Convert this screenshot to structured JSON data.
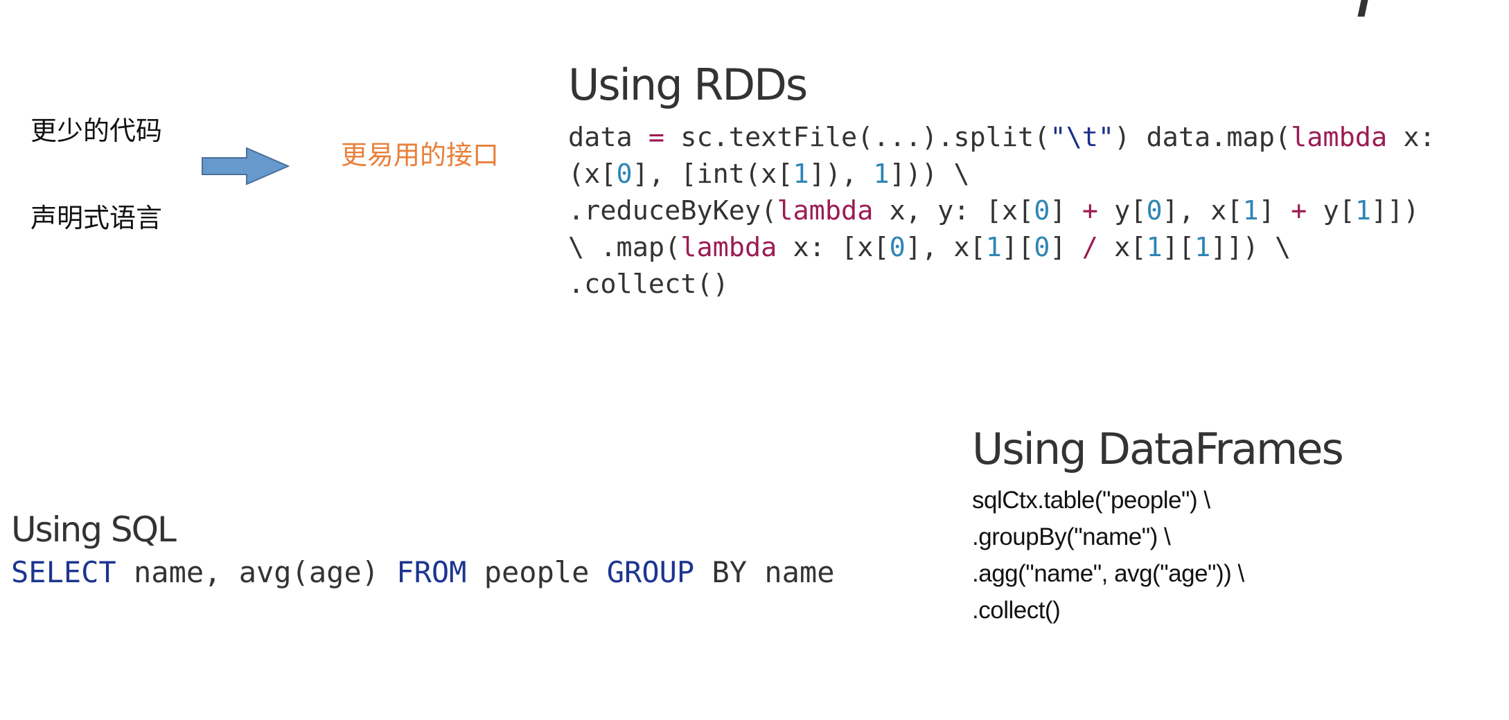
{
  "left_notes": {
    "line1": "更少的代码",
    "line2": "声明式语言",
    "result": "更易用的接口"
  },
  "arrow": {
    "icon": "right-arrow-icon",
    "fill": "#6699cc",
    "stroke": "#4a6f99"
  },
  "rdd": {
    "title": "Using RDDs",
    "lines": [
      [
        [
          "data ",
          ""
        ],
        [
          "=",
          "op"
        ],
        [
          " sc.textFile(...).split(",
          ""
        ],
        [
          "\"\\t\"",
          "str"
        ],
        [
          ") data.map(",
          ""
        ],
        [
          "lambda",
          "kw"
        ],
        [
          " x:",
          ""
        ]
      ],
      [
        [
          "(x[",
          ""
        ],
        [
          "0",
          "num"
        ],
        [
          "], [int(x[",
          ""
        ],
        [
          "1",
          "num"
        ],
        [
          "]), ",
          ""
        ],
        [
          "1",
          "num"
        ],
        [
          "])) \\",
          ""
        ]
      ],
      [
        [
          ".reduceByKey(",
          ""
        ],
        [
          "lambda",
          "kw"
        ],
        [
          " x, y: [x[",
          ""
        ],
        [
          "0",
          "num"
        ],
        [
          "] ",
          ""
        ],
        [
          "+",
          "op"
        ],
        [
          " y[",
          ""
        ],
        [
          "0",
          "num"
        ],
        [
          "], x[",
          ""
        ],
        [
          "1",
          "num"
        ],
        [
          "] ",
          ""
        ],
        [
          "+",
          "op"
        ],
        [
          " y[",
          ""
        ],
        [
          "1",
          "num"
        ],
        [
          "]])",
          ""
        ]
      ],
      [
        [
          "\\ .map(",
          ""
        ],
        [
          "lambda",
          "kw"
        ],
        [
          " x: [x[",
          ""
        ],
        [
          "0",
          "num"
        ],
        [
          "], x[",
          ""
        ],
        [
          "1",
          "num"
        ],
        [
          "][",
          ""
        ],
        [
          "0",
          "num"
        ],
        [
          "] ",
          ""
        ],
        [
          "/",
          "op"
        ],
        [
          " x[",
          ""
        ],
        [
          "1",
          "num"
        ],
        [
          "][",
          ""
        ],
        [
          "1",
          "num"
        ],
        [
          "]]) \\",
          ""
        ]
      ],
      [
        [
          ".collect()",
          ""
        ]
      ]
    ]
  },
  "sql": {
    "title": "Using SQL",
    "lines": [
      [
        [
          "SELECT",
          "sqlkw"
        ],
        [
          " name, avg(age) ",
          ""
        ],
        [
          "FROM",
          "sqlkw"
        ],
        [
          " people ",
          ""
        ],
        [
          "GROUP",
          "sqlkw"
        ],
        [
          " BY name",
          ""
        ]
      ]
    ]
  },
  "dataframes": {
    "title": "Using DataFrames",
    "lines": [
      "sqlCtx.table(\"people\") \\",
      ".groupBy(\"name\") \\",
      ".agg(\"name\", avg(\"age\")) \\",
      ".collect()"
    ]
  }
}
